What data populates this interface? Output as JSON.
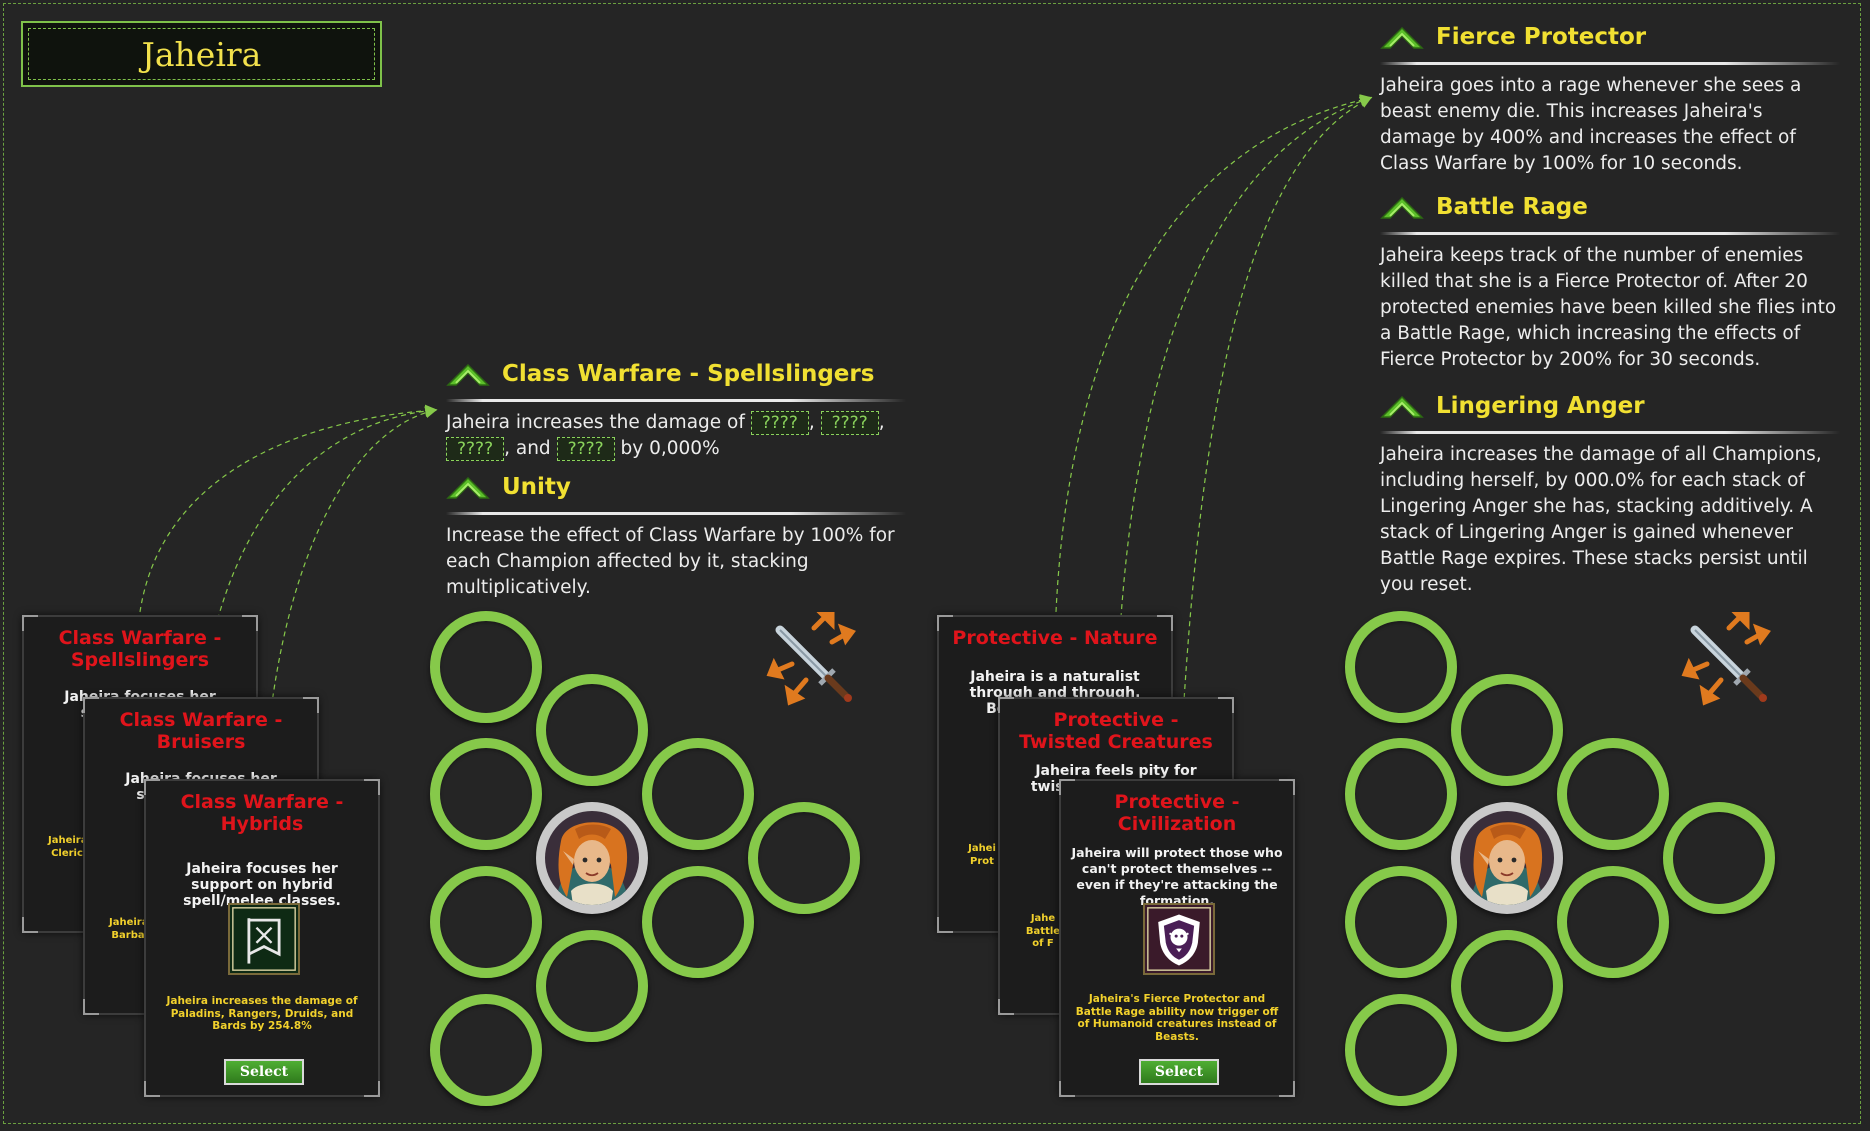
{
  "champion": {
    "name": "Jaheira"
  },
  "colors": {
    "accent_green": "#86c94a",
    "title_yellow": "#f1e032",
    "card_title_red": "#e0141b",
    "card_effect_yellow": "#f2d12c",
    "background": "#252525"
  },
  "left_group": {
    "abilities": [
      {
        "name": "Class Warfare - Spellslingers",
        "desc_parts": [
          "Jaheira increases the damage of",
          ",",
          ",",
          ", and",
          "by 0,000%"
        ],
        "placeholders": [
          "????",
          "????",
          "????",
          "????"
        ]
      },
      {
        "name": "Unity",
        "desc": "Increase the effect of Class Warfare by 100% for each Champion affected by it, stacking multiplicatively."
      }
    ],
    "cards": [
      {
        "title": "Class Warfare - Spellslingers",
        "desc": "Jaheira focuses her support on spe",
        "effect": "Jaheira Cleric",
        "icon": "banner-icon"
      },
      {
        "title": "Class Warfare - Bruisers",
        "desc": "Jaheira focuses her support on mele",
        "effect": "Jaheira Barba",
        "icon": "banner-icon"
      },
      {
        "title": "Class Warfare - Hybrids",
        "desc": "Jaheira focuses her support on hybrid spell/melee classes.",
        "effect": "Jaheira increases the damage of Paladins, Rangers, Druids, and Bards by 254.8%",
        "icon": "banner-icon",
        "button": "Select"
      }
    ],
    "formation_icon": "crossed-swords-icon"
  },
  "right_group": {
    "abilities": [
      {
        "name": "Fierce Protector",
        "desc": "Jaheira goes into a rage whenever she sees a beast enemy die. This increases Jaheira's damage by 400% and increases the effect of Class Warfare by 100% for 10 seconds."
      },
      {
        "name": "Battle Rage",
        "desc": "Jaheira keeps track of the number of enemies killed that she is a Fierce Protector of. After 20 protected enemies have been killed she flies into a Battle Rage, which increasing the effects of Fierce Protector by 200% for 30 seconds."
      },
      {
        "name": "Lingering Anger",
        "desc": "Jaheira increases the damage of all Champions, including herself, by 000.0% for each stack of Lingering Anger she has, stacking additively. A stack of Lingering Anger is gained whenever Battle Rage expires. These stacks persist until you reset."
      }
    ],
    "cards": [
      {
        "title": "Protective - Nature",
        "desc": "Jaheira is a naturalist through and through. Beasts remain un",
        "effect": "Jahei Prot",
        "icon": "shield-icon"
      },
      {
        "title": "Protective - Twisted Creatures",
        "desc": "Jaheira feels pity for twisted creatur Fiend",
        "effect": "Jahe Battle of F",
        "icon": "shield-icon"
      },
      {
        "title": "Protective - Civilization",
        "desc": "Jaheira will protect those who can't protect themselves -- even if they're attacking the formation.",
        "effect": "Jaheira's Fierce Protector and Battle Rage ability now trigger off of Humanoid creatures instead of Beasts.",
        "icon": "shield-icon",
        "button": "Select"
      }
    ],
    "formation_icon": "crossed-swords-icon"
  }
}
